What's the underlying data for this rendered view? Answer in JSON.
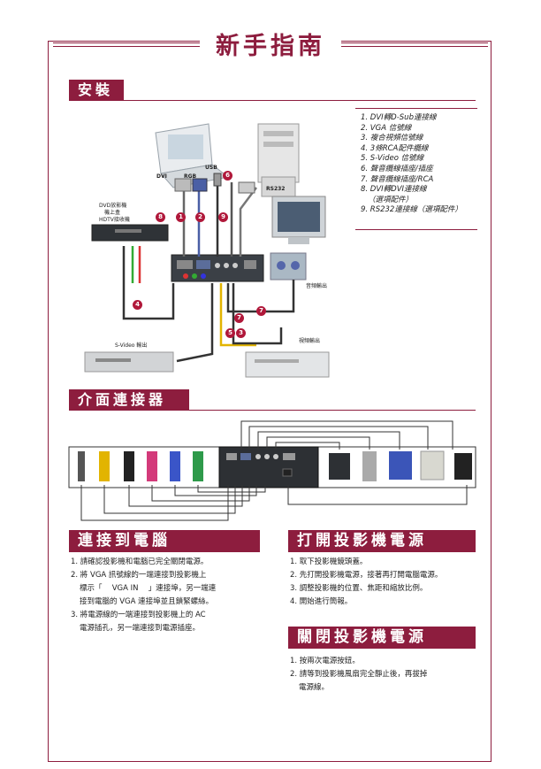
{
  "header": {
    "title": "新手指南"
  },
  "sections": {
    "install": "安裝",
    "interface": "介面連接器",
    "connect_pc": "連接到電腦",
    "power_on": "打開投影機電源",
    "power_off": "關閉投影機電源"
  },
  "legend": [
    "1. DVI轉D-Sub連接線",
    "2. VGA 信號線",
    "3. 複合視頻信號線",
    "4. 3條RCA配件纜線",
    "5. S-Video 信號線",
    "6. 聲音纜線插座/插座",
    "7. 聲音纜線插座/RCA",
    "8. DVI轉DVI連接線",
    "（選項配件）",
    "9. RS232連接線（選項配件）"
  ],
  "diagram_labels": {
    "dvd": "DVD放影機",
    "settop": "機上盒",
    "hdtv": "HDTV接收機",
    "dvi": "DVI",
    "rgb": "RGB",
    "usb": "USB",
    "rs232": "RS232",
    "audio_out": "音頻輸出",
    "svideo_out": "S-Video 輸出",
    "video_out": "視頻輸出"
  },
  "diagram_numbers": [
    "8",
    "1",
    "2",
    "9",
    "6",
    "4",
    "7",
    "7",
    "5",
    "3"
  ],
  "connect_pc_steps": [
    "1. 請確認投影機和電腦已完全關閉電源。",
    "2. 將 VGA 訊號線的一端連接到投影機上",
    "標示「　 VGA IN 　」連接埠，另一端連",
    "接到電腦的 VGA 連接埠並且鎖緊螺絲。",
    "3. 將電源線的一端連接到投影機上的 AC",
    "電源插孔，另一端連接到電源插座。"
  ],
  "power_on_steps": [
    "1. 取下投影機鏡頭蓋。",
    "2. 先打開投影機電源，接著再打開電腦電源。",
    "3. 調整投影機的位置、焦距和縮放比例。",
    "4. 開始進行簡報。"
  ],
  "power_off_steps": [
    "1. 按兩次電源按鈕。",
    "2. 請等到投影機風扇完全靜止後，再拔掉",
    "電源線。"
  ],
  "colors": {
    "accent": "#8d1d3e",
    "badge": "#b0183a"
  }
}
